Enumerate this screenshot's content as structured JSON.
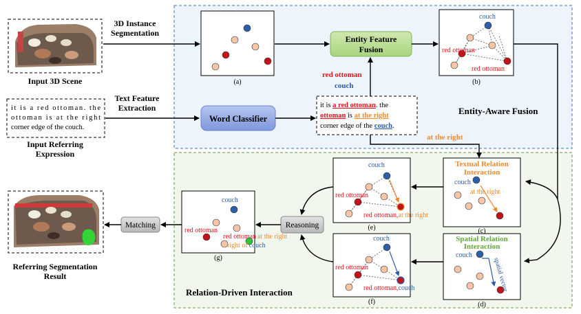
{
  "labels": {
    "input_scene": "Input 3D Scene",
    "inst_seg_1": "3D Instance",
    "inst_seg_2": "Segmentation",
    "text_feat_1": "Text Feature",
    "text_feat_2": "Extraction",
    "input_ref_1": "Input Referring",
    "input_ref_2": "Expression",
    "word_classifier": "Word Classifier",
    "entity_fusion_1": "Entity Feature",
    "entity_fusion_2": "Fusion",
    "entity_aware": "Entity-Aware Fusion",
    "relation_driven": "Relation-Driven Interaction",
    "matching": "Matching",
    "reasoning": "Reasoning",
    "result_1": "Referring Segmentation",
    "result_2": "Result",
    "textual_rel_1": "Textual Relation",
    "textual_rel_2": "Interaction",
    "spatial_rel_1": "Spatial Relation",
    "spatial_rel_2": "Interaction",
    "spatial_vector": "spatial vector",
    "cls_red_ottoman": "red ottoman",
    "cls_couch": "couch",
    "at_the_right": "at the right"
  },
  "input_text": {
    "line1": "it is a red ottoman. the",
    "line2": "ottoman is at the right",
    "line3": "corner edge of the couch."
  },
  "classified_text": {
    "l1_a": "it is ",
    "l1_b": "a red ottoman",
    "l1_c": ". the",
    "l2_a": "ottoman",
    "l2_b": " is ",
    "l2_c": "at the right",
    "l3_a": "corner edge of the ",
    "l3_b": "couch",
    "l3_c": "."
  },
  "panels": {
    "a": "(a)",
    "b": "(b)",
    "c": "(c)",
    "d": "(d)",
    "e": "(e)",
    "f": "(f)",
    "g": "(g)"
  },
  "panel_text": {
    "couch": "couch",
    "red_ottoman": "red ottoman",
    "at_the_right": "at the right",
    "e_red_ottoman_comma": "red ottoman,",
    "e_at_the_right": "at the right",
    "f_red_ottoman_comma": "red ottoman,",
    "f_couch": "couch",
    "g_right_of": "right of",
    "g_couch": "couch"
  },
  "colors": {
    "red": "#e8101a",
    "blue": "#2a5aa8",
    "orange": "#f08a30",
    "green": "#5fa83a",
    "node_red": "#c0141c",
    "node_pink": "#f6c5a8",
    "node_blue": "#2f5ea8",
    "node_green": "#35c435",
    "entity_bg": "#eef4fc",
    "relation_bg": "#f1f7ec"
  }
}
